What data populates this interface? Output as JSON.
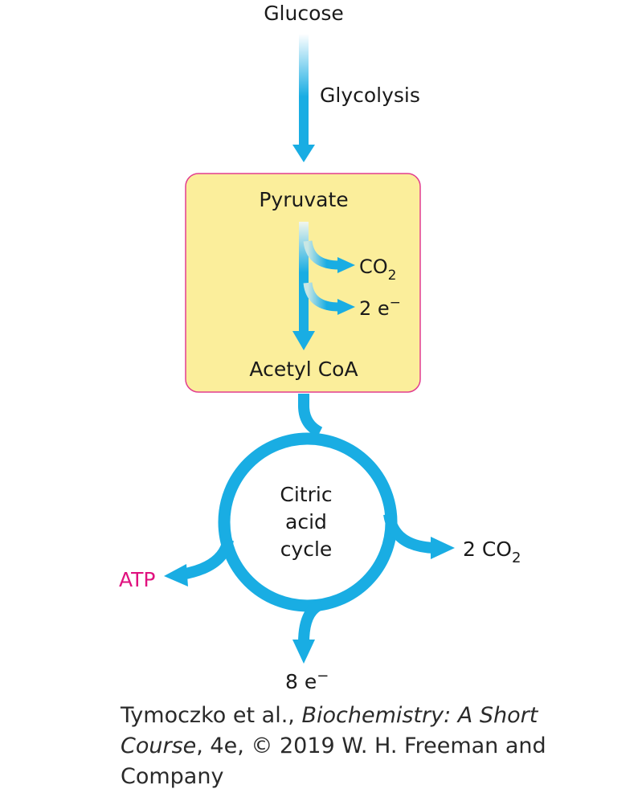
{
  "diagram": {
    "start": "Glucose",
    "step": "Glycolysis",
    "box": {
      "top": "Pyruvate",
      "bottom": "Acetyl CoA",
      "side_co2_base": "CO",
      "side_co2_sub": "2",
      "side_e_base": "2 e",
      "side_e_sup": "−"
    },
    "cycle": {
      "line1": "Citric",
      "line2": "acid",
      "line3": "cycle"
    },
    "outputs": {
      "atp": "ATP",
      "co2_base": "2 CO",
      "co2_sub": "2",
      "electrons_base": "8 e",
      "electrons_sup": "−"
    },
    "colors": {
      "arrow": "#19ade3",
      "box_fill": "#fbee9b",
      "box_border": "#e23d8f",
      "atp": "#e0127f"
    }
  },
  "credit": {
    "authors": "Tymoczko et al., ",
    "title": "Biochemistry: A Short Course",
    "rest": ", 4e, © 2019 W. H. Freeman and Company"
  }
}
